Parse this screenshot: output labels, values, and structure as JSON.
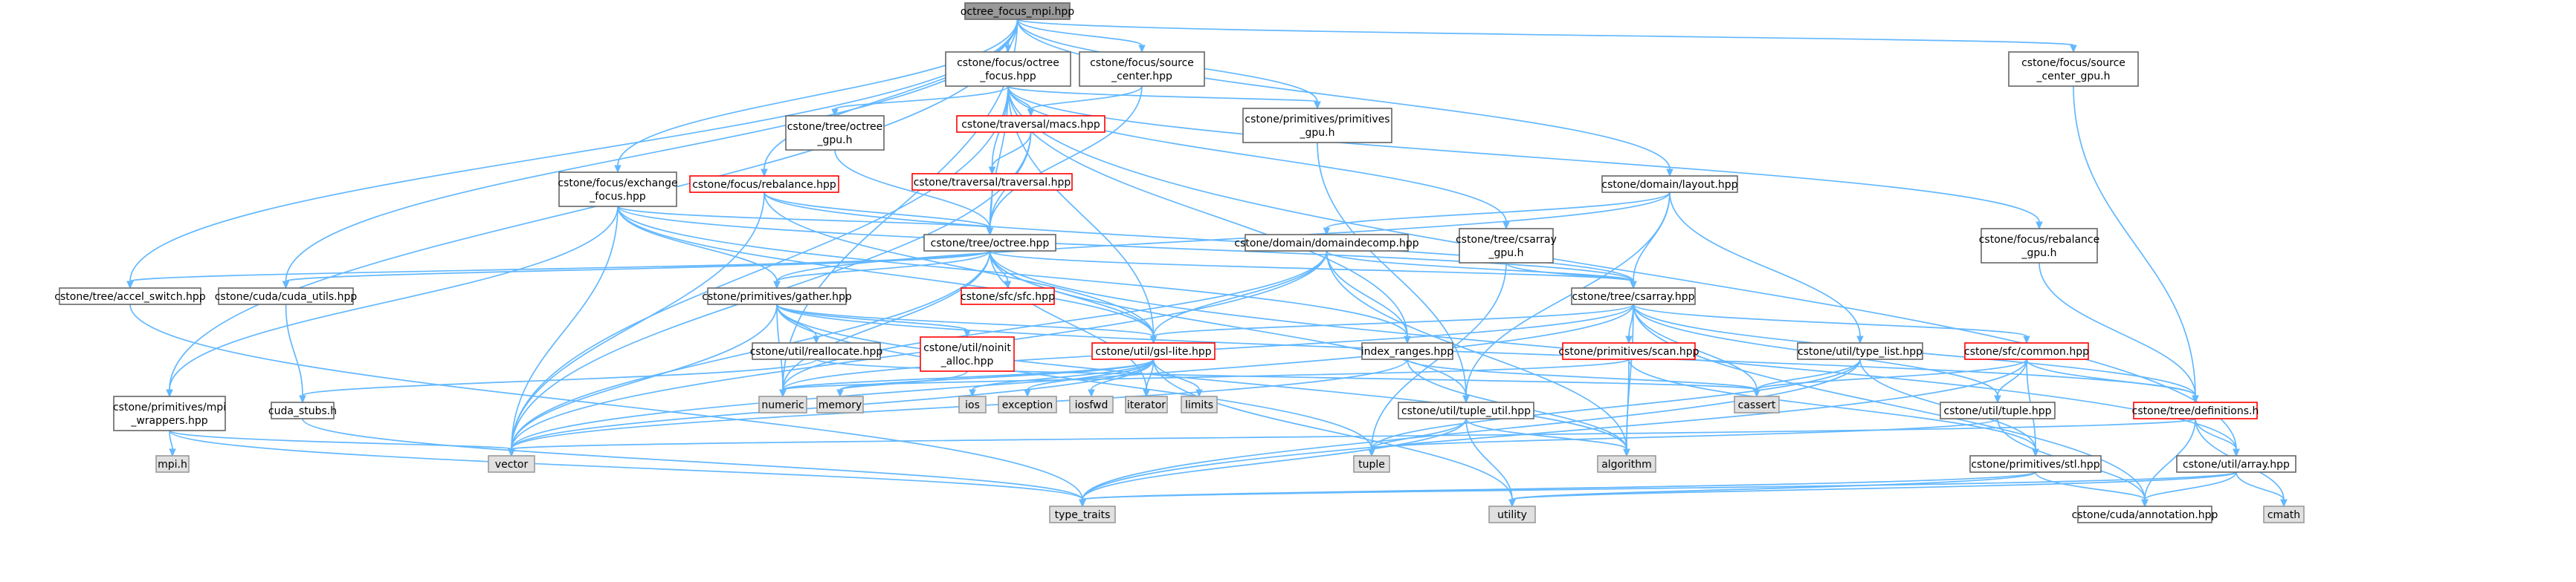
{
  "title": "octree_focus_mpi.hpp",
  "colors": {
    "root_fill": "#999999",
    "normal_fill": "#ffffff",
    "normal_border": "#666666",
    "red_border": "#ff0000",
    "system_fill": "#e0e0e0",
    "system_border": "#999999",
    "edge": "#63b8ff"
  },
  "nodes": {
    "root": {
      "label": "octree_focus_mpi.hpp",
      "kind": "root"
    },
    "octree_focus": {
      "label": "cstone/focus/octree\n_focus.hpp",
      "kind": "normal"
    },
    "source_center": {
      "label": "cstone/focus/source\n_center.hpp",
      "kind": "normal"
    },
    "source_center_gpu": {
      "label": "cstone/focus/source\n_center_gpu.h",
      "kind": "normal"
    },
    "octree_gpu": {
      "label": "cstone/tree/octree\n_gpu.h",
      "kind": "normal"
    },
    "macs": {
      "label": "cstone/traversal/macs.hpp",
      "kind": "red"
    },
    "primitives_gpu": {
      "label": "cstone/primitives/primitives\n_gpu.h",
      "kind": "normal"
    },
    "traversal": {
      "label": "cstone/traversal/traversal.hpp",
      "kind": "red"
    },
    "exchange_focus": {
      "label": "cstone/focus/exchange\n_focus.hpp",
      "kind": "normal"
    },
    "rebalance": {
      "label": "cstone/focus/rebalance.hpp",
      "kind": "red"
    },
    "layout": {
      "label": "cstone/domain/layout.hpp",
      "kind": "normal"
    },
    "rebalance_gpu": {
      "label": "cstone/focus/rebalance\n_gpu.h",
      "kind": "normal"
    },
    "octree": {
      "label": "cstone/tree/octree.hpp",
      "kind": "normal"
    },
    "domaindecomp": {
      "label": "cstone/domain/domaindecomp.hpp",
      "kind": "normal"
    },
    "csarray_gpu": {
      "label": "cstone/tree/csarray\n_gpu.h",
      "kind": "normal"
    },
    "accel_switch": {
      "label": "cstone/tree/accel_switch.hpp",
      "kind": "normal"
    },
    "cuda_utils": {
      "label": "cstone/cuda/cuda_utils.hpp",
      "kind": "normal"
    },
    "gather": {
      "label": "cstone/primitives/gather.hpp",
      "kind": "normal"
    },
    "sfc": {
      "label": "cstone/sfc/sfc.hpp",
      "kind": "red"
    },
    "csarray": {
      "label": "cstone/tree/csarray.hpp",
      "kind": "normal"
    },
    "reallocate": {
      "label": "cstone/util/reallocate.hpp",
      "kind": "normal"
    },
    "noinit_alloc": {
      "label": "cstone/util/noinit\n_alloc.hpp",
      "kind": "red"
    },
    "gsl_lite": {
      "label": "cstone/util/gsl-lite.hpp",
      "kind": "red"
    },
    "index_ranges": {
      "label": "index_ranges.hpp",
      "kind": "normal"
    },
    "scan": {
      "label": "cstone/primitives/scan.hpp",
      "kind": "red"
    },
    "type_list": {
      "label": "cstone/util/type_list.hpp",
      "kind": "normal"
    },
    "sfc_common": {
      "label": "cstone/sfc/common.hpp",
      "kind": "red"
    },
    "mpi_wrappers": {
      "label": "cstone/primitives/mpi\n_wrappers.hpp",
      "kind": "normal"
    },
    "cuda_stubs": {
      "label": "cuda_stubs.h",
      "kind": "normal"
    },
    "tuple_util": {
      "label": "cstone/util/tuple_util.hpp",
      "kind": "normal"
    },
    "util_tuple": {
      "label": "cstone/util/tuple.hpp",
      "kind": "normal"
    },
    "definitions": {
      "label": "cstone/tree/definitions.h",
      "kind": "red"
    },
    "stl": {
      "label": "cstone/primitives/stl.hpp",
      "kind": "normal"
    },
    "util_array": {
      "label": "cstone/util/array.hpp",
      "kind": "normal"
    },
    "annotation": {
      "label": "cstone/cuda/annotation.hpp",
      "kind": "normal"
    },
    "mpi_h": {
      "label": "mpi.h",
      "kind": "system"
    },
    "vector": {
      "label": "vector",
      "kind": "system"
    },
    "numeric": {
      "label": "numeric",
      "kind": "system"
    },
    "memory": {
      "label": "memory",
      "kind": "system"
    },
    "ios": {
      "label": "ios",
      "kind": "system"
    },
    "exception": {
      "label": "exception",
      "kind": "system"
    },
    "iosfwd": {
      "label": "iosfwd",
      "kind": "system"
    },
    "iterator": {
      "label": "iterator",
      "kind": "system"
    },
    "limits": {
      "label": "limits",
      "kind": "system"
    },
    "cassert": {
      "label": "cassert",
      "kind": "system"
    },
    "tuple": {
      "label": "tuple",
      "kind": "system"
    },
    "algorithm": {
      "label": "algorithm",
      "kind": "system"
    },
    "type_traits": {
      "label": "type_traits",
      "kind": "system"
    },
    "utility": {
      "label": "utility",
      "kind": "system"
    },
    "cmath": {
      "label": "cmath",
      "kind": "system"
    }
  },
  "edges": [
    [
      "root",
      "octree_focus"
    ],
    [
      "root",
      "source_center"
    ],
    [
      "root",
      "source_center_gpu"
    ],
    [
      "root",
      "exchange_focus"
    ],
    [
      "root",
      "rebalance"
    ],
    [
      "root",
      "layout"
    ],
    [
      "root",
      "primitives_gpu"
    ],
    [
      "root",
      "accel_switch"
    ],
    [
      "root",
      "cuda_utils"
    ],
    [
      "root",
      "numeric"
    ],
    [
      "root",
      "mpi_wrappers"
    ],
    [
      "octree_focus",
      "octree_gpu"
    ],
    [
      "octree_focus",
      "macs"
    ],
    [
      "octree_focus",
      "primitives_gpu"
    ],
    [
      "octree_focus",
      "traversal"
    ],
    [
      "octree_focus",
      "octree"
    ],
    [
      "octree_focus",
      "csarray_gpu"
    ],
    [
      "octree_focus",
      "gsl_lite"
    ],
    [
      "octree_focus",
      "index_ranges"
    ],
    [
      "octree_focus",
      "rebalance_gpu"
    ],
    [
      "octree_focus",
      "vector"
    ],
    [
      "octree_focus",
      "util_array"
    ],
    [
      "source_center",
      "macs"
    ],
    [
      "source_center",
      "octree"
    ],
    [
      "source_center_gpu",
      "definitions"
    ],
    [
      "octree_gpu",
      "octree"
    ],
    [
      "macs",
      "traversal"
    ],
    [
      "macs",
      "octree"
    ],
    [
      "macs",
      "vector"
    ],
    [
      "primitives_gpu",
      "tuple_util"
    ],
    [
      "traversal",
      "octree"
    ],
    [
      "exchange_focus",
      "octree"
    ],
    [
      "exchange_focus",
      "gather"
    ],
    [
      "exchange_focus",
      "csarray"
    ],
    [
      "exchange_focus",
      "mpi_wrappers"
    ],
    [
      "exchange_focus",
      "vector"
    ],
    [
      "exchange_focus",
      "gsl_lite"
    ],
    [
      "exchange_focus",
      "index_ranges"
    ],
    [
      "rebalance",
      "octree"
    ],
    [
      "rebalance",
      "csarray"
    ],
    [
      "rebalance",
      "gsl_lite"
    ],
    [
      "rebalance",
      "vector"
    ],
    [
      "layout",
      "domaindecomp"
    ],
    [
      "layout",
      "csarray"
    ],
    [
      "layout",
      "type_list"
    ],
    [
      "layout",
      "tuple_util"
    ],
    [
      "layout",
      "gather"
    ],
    [
      "rebalance_gpu",
      "definitions"
    ],
    [
      "octree",
      "accel_switch"
    ],
    [
      "octree",
      "cuda_utils"
    ],
    [
      "octree",
      "gather"
    ],
    [
      "octree",
      "sfc"
    ],
    [
      "octree",
      "csarray"
    ],
    [
      "octree",
      "gsl_lite"
    ],
    [
      "octree",
      "numeric"
    ],
    [
      "octree",
      "vector"
    ],
    [
      "octree",
      "iterator"
    ],
    [
      "octree",
      "util_array"
    ],
    [
      "domaindecomp",
      "csarray"
    ],
    [
      "domaindecomp",
      "gsl_lite"
    ],
    [
      "domaindecomp",
      "index_ranges"
    ],
    [
      "domaindecomp",
      "algorithm"
    ],
    [
      "domaindecomp",
      "vector"
    ],
    [
      "domaindecomp",
      "numeric"
    ],
    [
      "csarray_gpu",
      "csarray"
    ],
    [
      "csarray_gpu",
      "tuple"
    ],
    [
      "accel_switch",
      "type_traits"
    ],
    [
      "cuda_utils",
      "cuda_stubs"
    ],
    [
      "gather",
      "reallocate"
    ],
    [
      "gather",
      "noinit_alloc"
    ],
    [
      "gather",
      "gsl_lite"
    ],
    [
      "gather",
      "numeric"
    ],
    [
      "gather",
      "vector"
    ],
    [
      "gather",
      "algorithm"
    ],
    [
      "gather",
      "definitions"
    ],
    [
      "gather",
      "tuple"
    ],
    [
      "csarray",
      "gsl_lite"
    ],
    [
      "csarray",
      "scan"
    ],
    [
      "csarray",
      "sfc_common"
    ],
    [
      "csarray",
      "definitions"
    ],
    [
      "csarray",
      "algorithm"
    ],
    [
      "csarray",
      "numeric"
    ],
    [
      "csarray",
      "vector"
    ],
    [
      "csarray",
      "util_tuple"
    ],
    [
      "csarray",
      "cassert"
    ],
    [
      "csarray",
      "annotation"
    ],
    [
      "reallocate",
      "cuda_stubs"
    ],
    [
      "reallocate",
      "cassert"
    ],
    [
      "noinit_alloc",
      "memory"
    ],
    [
      "gsl_lite",
      "numeric"
    ],
    [
      "gsl_lite",
      "memory"
    ],
    [
      "gsl_lite",
      "ios"
    ],
    [
      "gsl_lite",
      "exception"
    ],
    [
      "gsl_lite",
      "iosfwd"
    ],
    [
      "gsl_lite",
      "iterator"
    ],
    [
      "gsl_lite",
      "limits"
    ],
    [
      "gsl_lite",
      "vector"
    ],
    [
      "gsl_lite",
      "utility"
    ],
    [
      "index_ranges",
      "vector"
    ],
    [
      "index_ranges",
      "algorithm"
    ],
    [
      "index_ranges",
      "cassert"
    ],
    [
      "scan",
      "algorithm"
    ],
    [
      "scan",
      "numeric"
    ],
    [
      "scan",
      "stl"
    ],
    [
      "type_list",
      "tuple"
    ],
    [
      "type_list",
      "type_traits"
    ],
    [
      "type_list",
      "cassert"
    ],
    [
      "type_list",
      "stl"
    ],
    [
      "sfc_common",
      "definitions"
    ],
    [
      "sfc_common",
      "util_tuple"
    ],
    [
      "sfc_common",
      "cassert"
    ],
    [
      "sfc_common",
      "stl"
    ],
    [
      "sfc_common",
      "type_traits"
    ],
    [
      "mpi_wrappers",
      "mpi_h"
    ],
    [
      "mpi_wrappers",
      "vector"
    ],
    [
      "mpi_wrappers",
      "type_traits"
    ],
    [
      "cuda_stubs",
      "type_traits"
    ],
    [
      "tuple_util",
      "tuple"
    ],
    [
      "tuple_util",
      "algorithm"
    ],
    [
      "tuple_util",
      "type_traits"
    ],
    [
      "tuple_util",
      "utility"
    ],
    [
      "util_tuple",
      "tuple"
    ],
    [
      "util_tuple",
      "annotation"
    ],
    [
      "definitions",
      "annotation"
    ],
    [
      "definitions",
      "util_array"
    ],
    [
      "definitions",
      "cmath"
    ],
    [
      "definitions",
      "vector"
    ],
    [
      "stl",
      "annotation"
    ],
    [
      "stl",
      "utility"
    ],
    [
      "stl",
      "type_traits"
    ],
    [
      "util_array",
      "annotation"
    ],
    [
      "util_array",
      "cmath"
    ],
    [
      "util_array",
      "utility"
    ],
    [
      "util_array",
      "type_traits"
    ],
    [
      "octree",
      "tuple_util"
    ]
  ]
}
